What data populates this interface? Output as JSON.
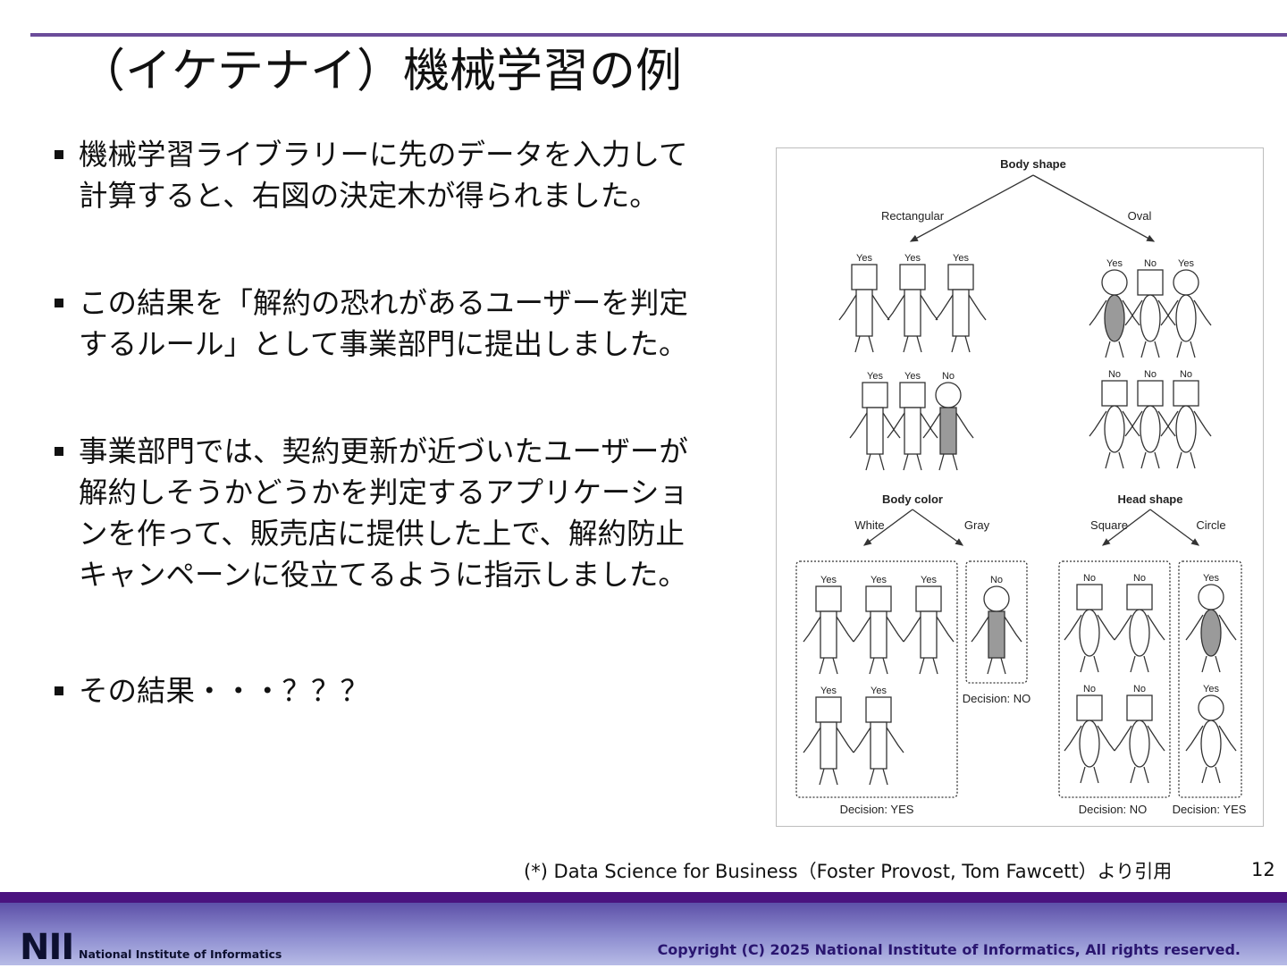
{
  "slide": {
    "title": "（イケテナイ）機械学習の例",
    "bullets": [
      {
        "lines": [
          "機械学習ライブラリーに先のデータを入力して",
          "計算すると、右図の決定木が得られました。"
        ]
      },
      {
        "lines": [
          "この結果を「解約の恐れがあるユーザーを判定",
          "するルール」として事業部門に提出しました。"
        ]
      },
      {
        "lines": [
          "事業部門では、契約更新が近づいたユーザーが",
          "解約しそうかどうかを判定するアプリケーショ",
          "ンを作って、販売店に提供した上で、解約防止",
          "キャンペーンに役立てるように指示しました。"
        ]
      },
      {
        "lines": [
          "その結果・・・？？？"
        ]
      }
    ],
    "citation": "(*) Data Science for Business（Foster Provost, Tom Fawcett）より引用",
    "page_number": "12"
  },
  "figure": {
    "root_label": "Body shape",
    "branch_left": "Rectangular",
    "branch_right": "Oval",
    "left_row1_labels": [
      "Yes",
      "Yes",
      "Yes"
    ],
    "right_row1_labels": [
      "Yes",
      "No",
      "Yes"
    ],
    "left_row2_labels": [
      "Yes",
      "Yes",
      "No"
    ],
    "right_row2_labels": [
      "No",
      "No",
      "No"
    ],
    "left_split": "Body color",
    "left_split_a": "White",
    "left_split_b": "Gray",
    "right_split": "Head shape",
    "right_split_a": "Square",
    "right_split_b": "Circle",
    "white_box_row1": [
      "Yes",
      "Yes",
      "Yes"
    ],
    "white_box_row2": [
      "Yes",
      "Yes"
    ],
    "gray_box": [
      "No"
    ],
    "square_box_row1": [
      "No",
      "No"
    ],
    "square_box_row2": [
      "No",
      "No"
    ],
    "circle_box": [
      "Yes",
      "Yes"
    ],
    "decision_white": "Decision: YES",
    "decision_gray": "Decision: NO",
    "decision_square": "Decision: NO",
    "decision_circle": "Decision: YES"
  },
  "footer": {
    "logo_mark": "NII",
    "logo_text": "National Institute of Informatics",
    "copyright": "Copyright (C) 2025 National Institute of Informatics, All rights reserved."
  },
  "colors": {
    "accent_rule": "#6b4c9a",
    "footer_dark": "#4a137f",
    "footer_light": "#b7bbe6",
    "figure_shade": "#9a9a9a"
  }
}
